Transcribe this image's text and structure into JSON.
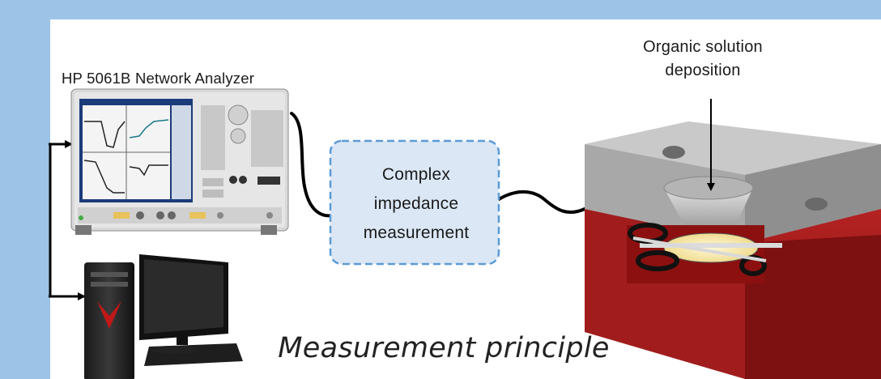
{
  "diagram": {
    "analyzer_label": "HP 5061B Network Analyzer",
    "organic_line1": "Organic solution",
    "organic_line2": "deposition",
    "box_line1": "Complex",
    "box_line2": "impedance",
    "box_line3": "measurement",
    "caption": "Measurement principle"
  },
  "colors": {
    "frame": "#9dc3e6",
    "box_fill": "#dbe7f5",
    "box_border": "#5b9bd5",
    "cell_top": "#bdbdbd",
    "cell_bottom": "#a11d1d",
    "solution": "#fff2c2"
  },
  "icons": {
    "analyzer": "network-analyzer-icon",
    "computer": "desktop-computer-icon",
    "cell": "measurement-cell-icon"
  }
}
